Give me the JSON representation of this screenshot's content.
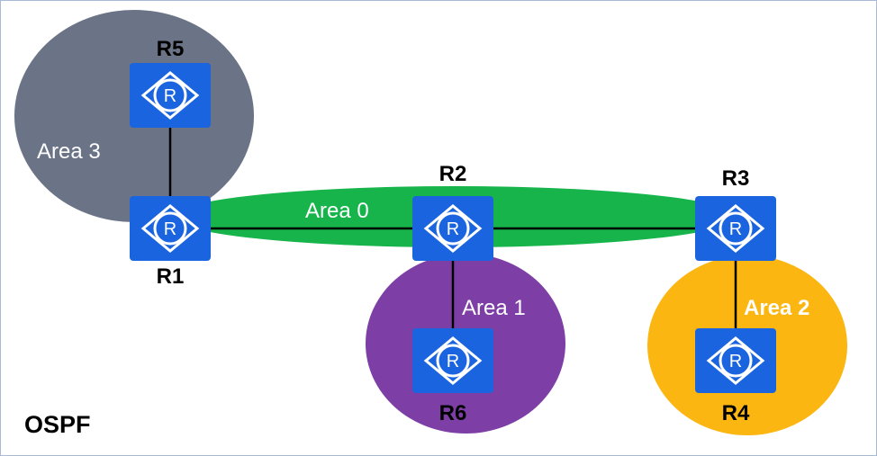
{
  "protocol": "OSPF",
  "areas": {
    "area0": {
      "label": "Area 0",
      "color": "#17b44b"
    },
    "area1": {
      "label": "Area 1",
      "color": "#7d3fa6"
    },
    "area2": {
      "label": "Area 2",
      "color": "#fbb612"
    },
    "area3": {
      "label": "Area 3",
      "color": "#6b7386"
    }
  },
  "routers": {
    "r1": {
      "label": "R1"
    },
    "r2": {
      "label": "R2"
    },
    "r3": {
      "label": "R3"
    },
    "r4": {
      "label": "R4"
    },
    "r5": {
      "label": "R5"
    },
    "r6": {
      "label": "R6"
    }
  },
  "router_style": {
    "fill": "#1b64e0",
    "glyph": "R"
  },
  "links": [
    {
      "from": "R5",
      "to": "R1"
    },
    {
      "from": "R1",
      "to": "R2"
    },
    {
      "from": "R2",
      "to": "R3"
    },
    {
      "from": "R2",
      "to": "R6"
    },
    {
      "from": "R3",
      "to": "R4"
    }
  ]
}
